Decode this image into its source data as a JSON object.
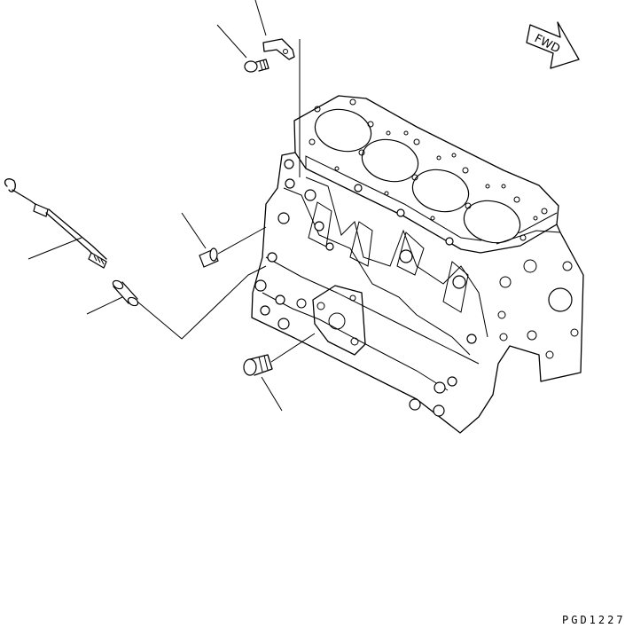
{
  "fwd_label": "FWD",
  "drawing_code": "PGD1227",
  "parts": [
    {
      "name": "cylinder-block",
      "icon": "engine-block-icon"
    },
    {
      "name": "oil-dipstick",
      "icon": "dipstick-icon"
    },
    {
      "name": "dipstick-guide",
      "icon": "tube-icon"
    },
    {
      "name": "bracket",
      "icon": "bracket-icon"
    },
    {
      "name": "bolt-upper",
      "icon": "bolt-icon"
    },
    {
      "name": "plug",
      "icon": "plug-icon"
    },
    {
      "name": "oil-pressure-switch",
      "icon": "sensor-icon"
    }
  ]
}
